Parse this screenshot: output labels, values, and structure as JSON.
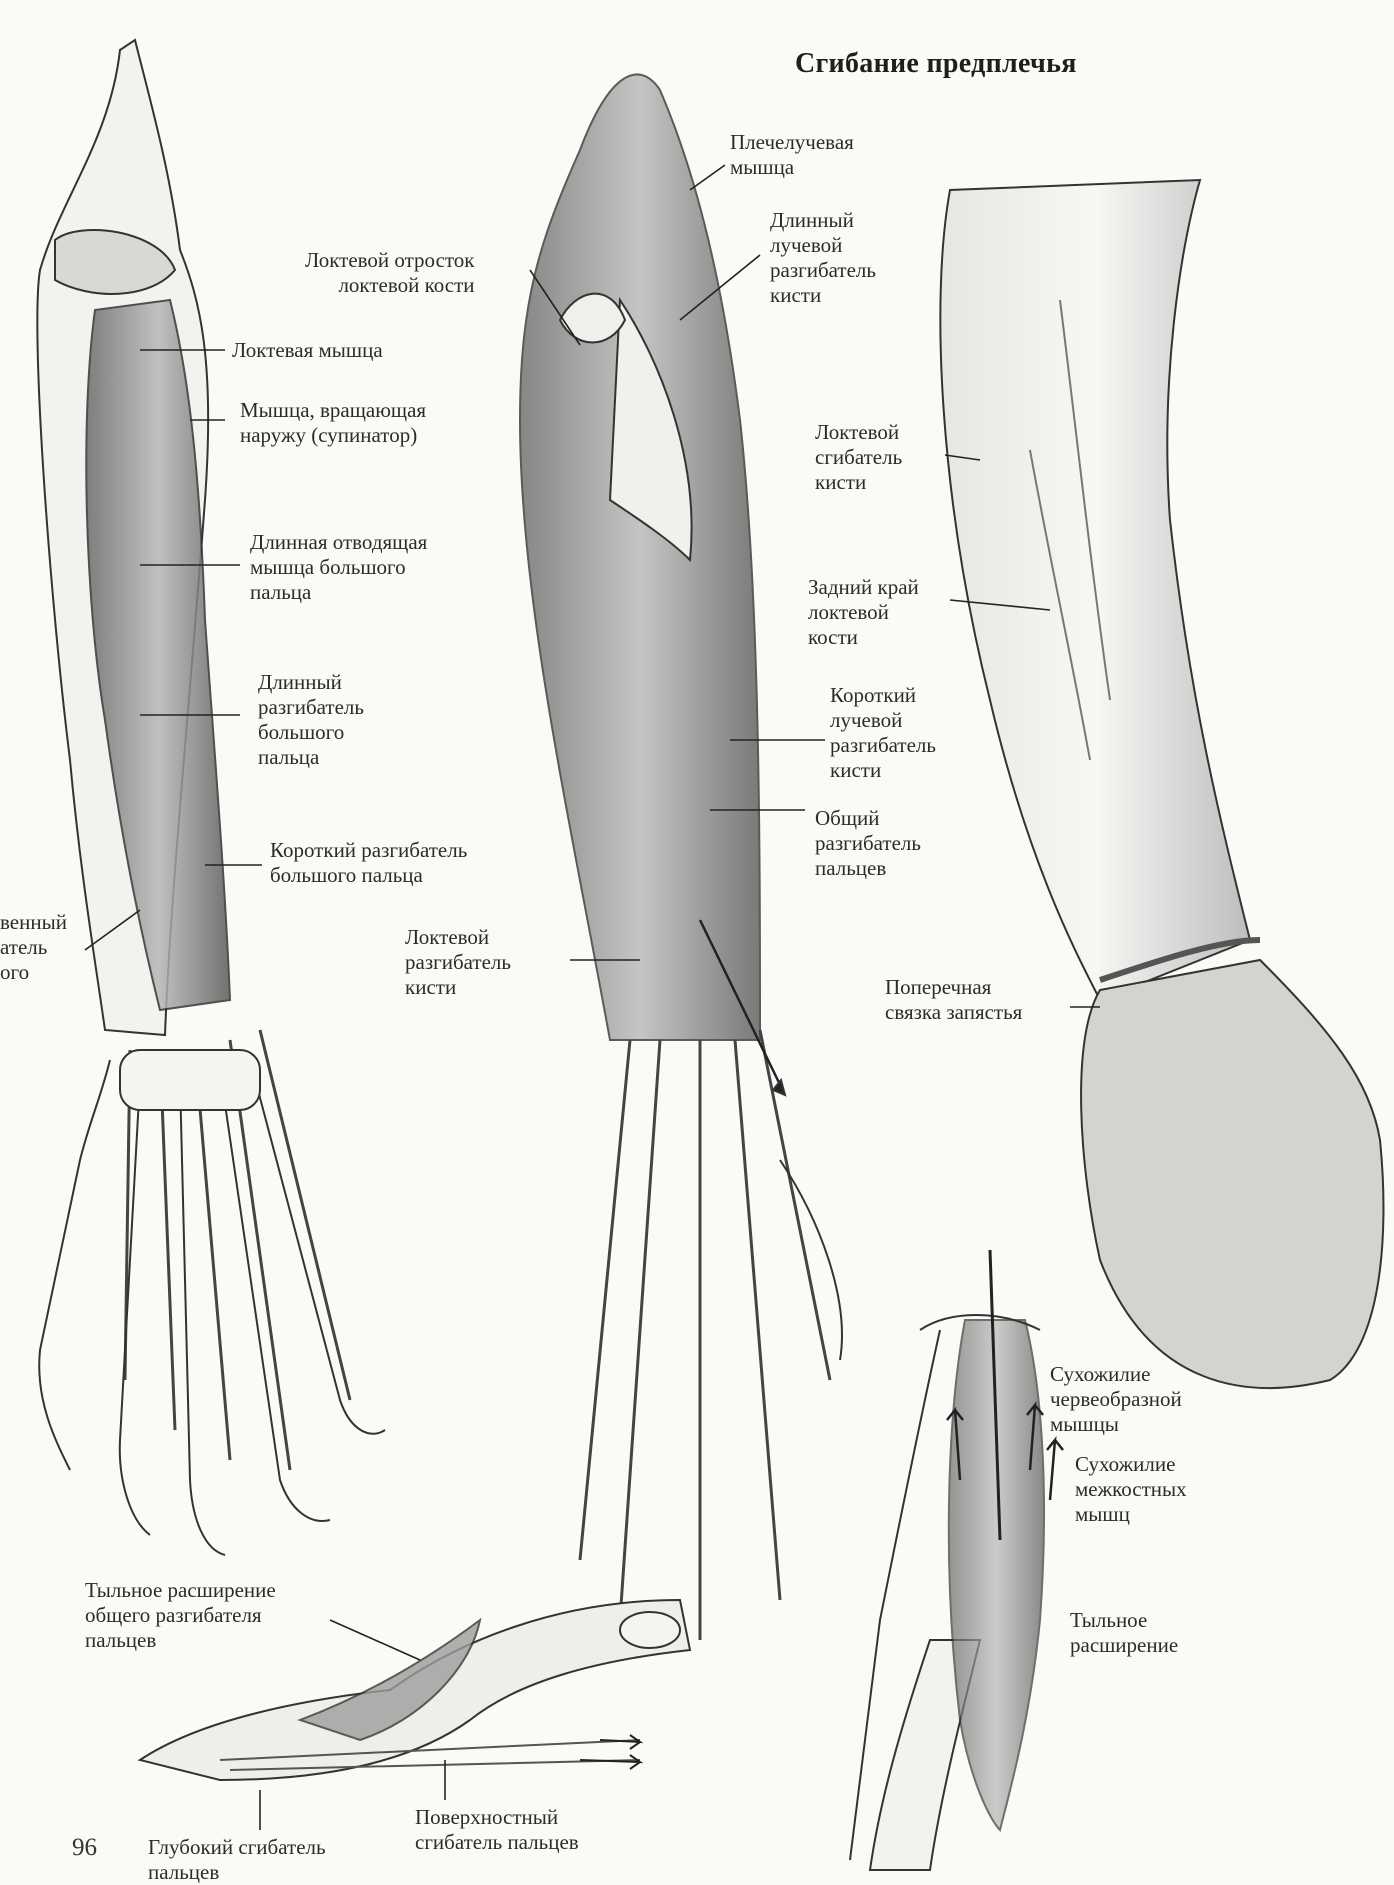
{
  "title": "Сгибание предплечья",
  "page_number": "96",
  "labels": {
    "ulnar_muscle": "Локтевая мышца",
    "supinator": "Мышца, вращающая\nнаружу (супинатор)",
    "abductor_pollicis_longus": "Длинная отводящая\nмышца большого\nпальца",
    "extensor_pollicis_longus": "Длинный\nразгибатель\nбольшого\nпальца",
    "extensor_pollicis_brevis": "Короткий разгибатель\nбольшого пальца",
    "extensor_indicis_partial": "венный\nатель\nого\n",
    "olecranon": "Локтевой отросток\nлоктевой кости",
    "brachioradialis": "Плечелучевая\nмышца",
    "ext_carpi_radialis_longus": "Длинный\nлучевой\nразгибатель\nкисти",
    "ext_carpi_radialis_brevis": "Короткий\nлучевой\nразгибатель\nкисти",
    "ext_digitorum": "Общий\nразгибатель\nпальцев",
    "ext_carpi_ulnaris": "Локтевой\nразгибатель\nкисти",
    "flexor_carpi_ulnaris": "Локтевой\nсгибатель\nкисти",
    "ulna_posterior_border": "Задний край\nлоктевой\nкости",
    "transverse_carpal_ligament": "Поперечная\nсвязка запястья",
    "lumbrical_tendon": "Сухожилие\nчервеобразной\nмышцы",
    "interosseous_tendon": "Сухожилие\nмежкостных\nмышц",
    "dorsal_expansion": "Тыльное\nрасширение",
    "dorsal_expansion_common": "Тыльное расширение\nобщего разгибателя\nпальцев",
    "flexor_digitorum_profundus": "Глубокий сгибатель\nпальцев",
    "flexor_digitorum_superficialis": "Поверхностный\nсгибатель пальцев"
  },
  "colors": {
    "ink": "#2a2a2a",
    "paper": "#fbfaf6",
    "shade": "#9a9a9a"
  }
}
